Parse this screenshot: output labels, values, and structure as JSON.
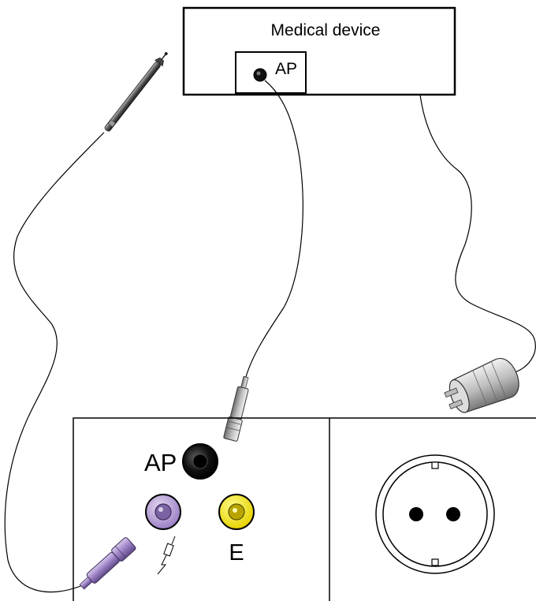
{
  "device": {
    "title": "Medical device",
    "ap_label": "AP"
  },
  "instrument": {
    "ap_label": "AP",
    "earth_label": "E",
    "colors": {
      "ap_jack": "#111111",
      "probe_jack": "#b9a3d6",
      "earth_jack": "#f2e400",
      "probe": "#9b7fc4",
      "cable": "#000000"
    }
  },
  "icons": {
    "probe_terminal": "test-probe-symbol",
    "mains_socket": "schuko-socket",
    "mains_plug": "schuko-plug"
  }
}
